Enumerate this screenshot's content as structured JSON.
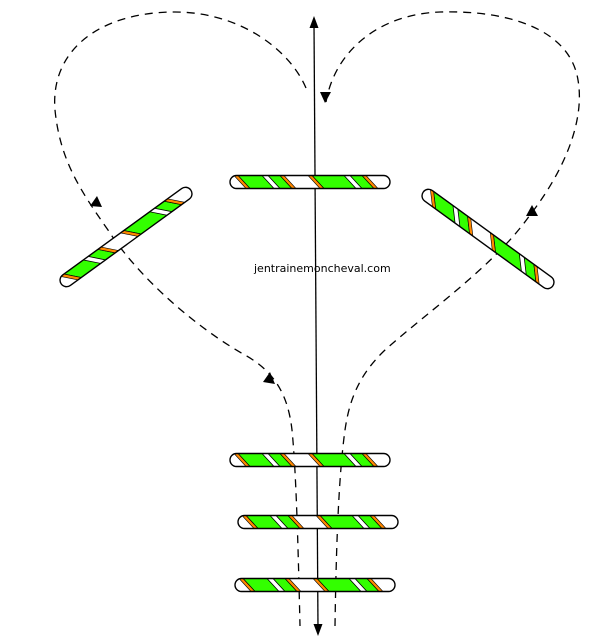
{
  "watermark": "jentrainemoncheval.com",
  "colors": {
    "pole_fill": "#ffffff",
    "pole_outline": "#000000",
    "stripe_green": "#33ff00",
    "stripe_orange": "#ff8800",
    "path": "#000000",
    "center_line": "#000000"
  },
  "poles": [
    {
      "name": "pole-top-center",
      "orientation": "horizontal"
    },
    {
      "name": "pole-left-diagonal",
      "orientation": "diagonal"
    },
    {
      "name": "pole-right-diagonal",
      "orientation": "diagonal"
    },
    {
      "name": "pole-bottom-1",
      "orientation": "horizontal"
    },
    {
      "name": "pole-bottom-2",
      "orientation": "horizontal"
    },
    {
      "name": "pole-bottom-3",
      "orientation": "horizontal"
    }
  ]
}
